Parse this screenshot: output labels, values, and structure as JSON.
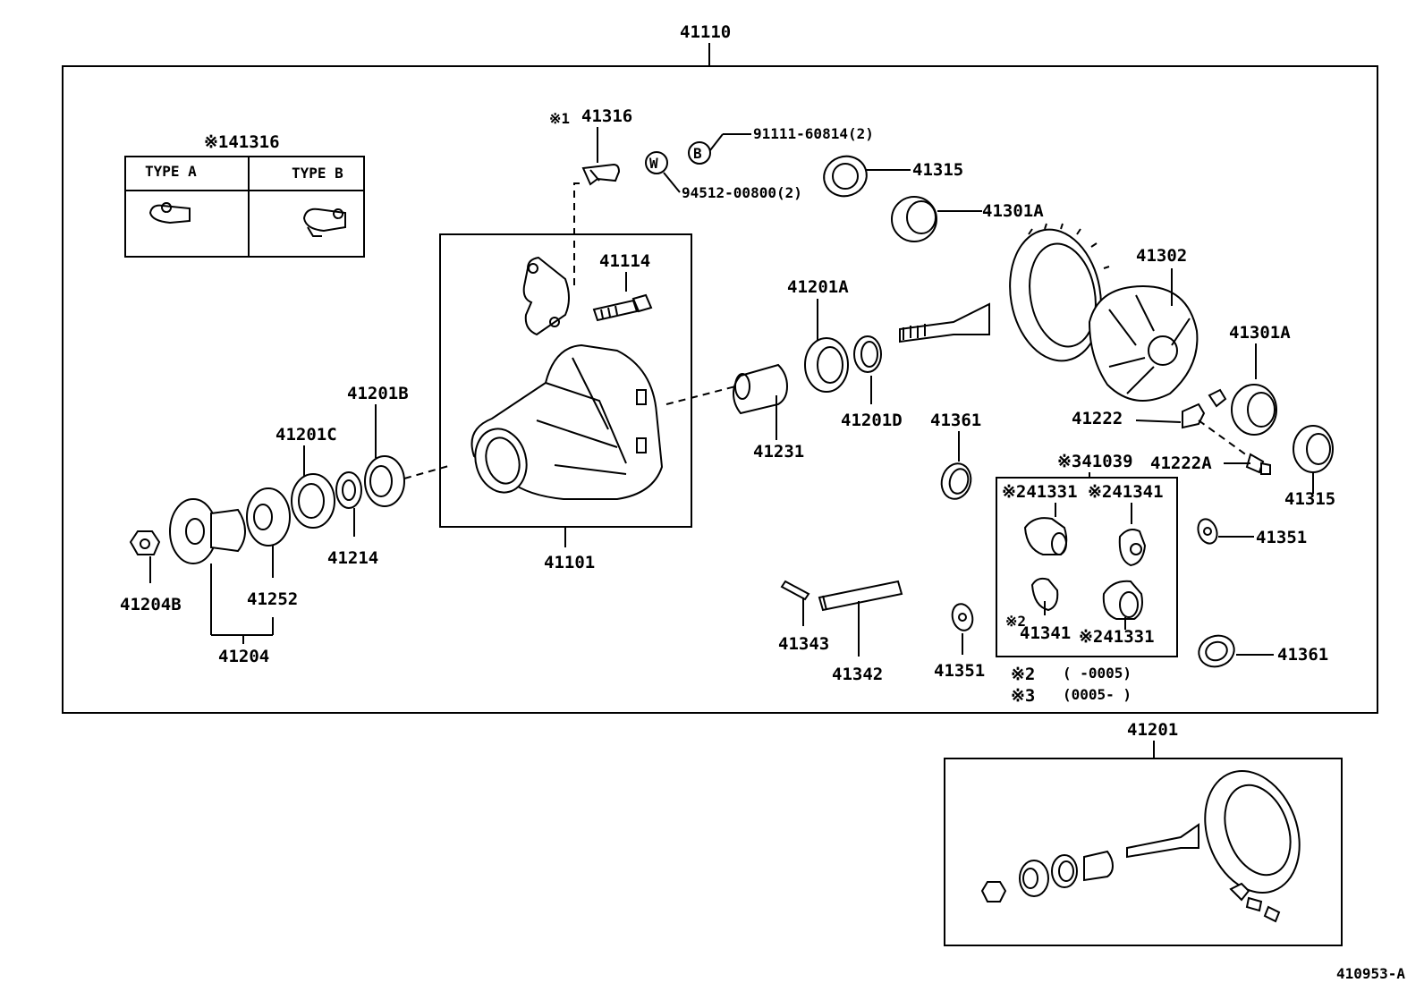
{
  "labels": {
    "assembly_top": "41110",
    "type_note_header": "※141316",
    "type_a": "TYPE A",
    "type_b": "TYPE B",
    "p41316_mark": "※1",
    "p41316": "41316",
    "bolt_b_ref": "91111-60814(2)",
    "washer_w_ref": "94512-00800(2)",
    "mark_b": "B",
    "mark_w": "W",
    "p41315_top": "41315",
    "p41301a_top": "41301A",
    "p41302": "41302",
    "p41114": "41114",
    "p41201a": "41201A",
    "p41201b": "41201B",
    "p41201c": "41201C",
    "p41201d": "41201D",
    "p41231": "41231",
    "p41301a_right": "41301A",
    "p41361_mid": "41361",
    "p41222": "41222",
    "p41222a": "41222A",
    "p41039": "※341039",
    "p41315_right": "41315",
    "p41331_a": "※241331",
    "p41341_a": "※241341",
    "p41341_b": "41341",
    "p41341_b_mark": "※2",
    "p41331_b": "※241331",
    "p41351_right": "41351",
    "p41361_right": "41361",
    "p41351_bottom": "41351",
    "p41343": "41343",
    "p41342": "41342",
    "p41101": "41101",
    "p41214": "41214",
    "p41252": "41252",
    "p41204b": "41204B",
    "p41204": "41204",
    "note_2_mark": "※2",
    "note_2_range": "(      -0005)",
    "note_3_mark": "※3",
    "note_3_range": "(0005-      )",
    "assembly_bottom": "41201",
    "figure_code": "410953-A"
  }
}
